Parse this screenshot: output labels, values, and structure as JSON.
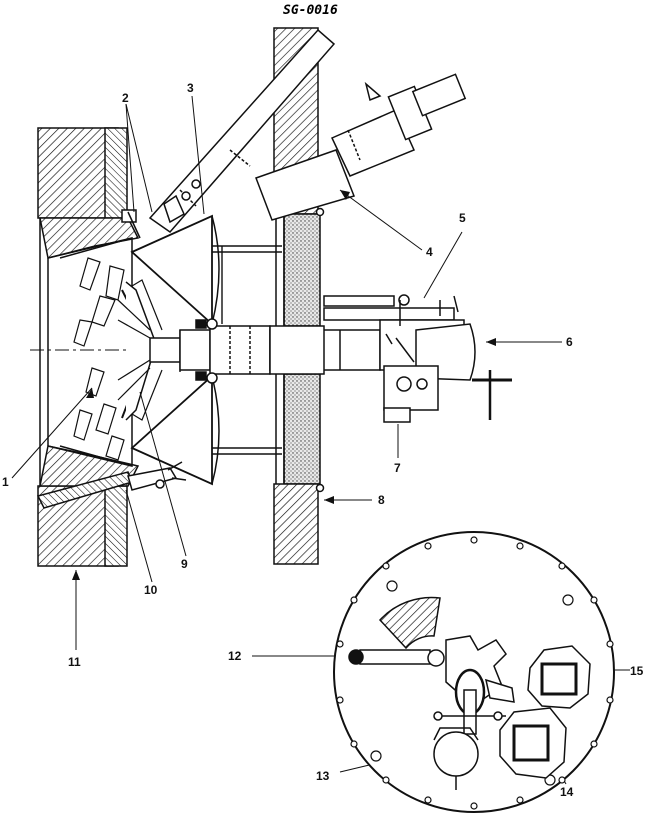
{
  "document_id": "SG-0016",
  "callouts": [
    "1",
    "2",
    "3",
    "4",
    "5",
    "6",
    "7",
    "8",
    "9",
    "10",
    "11",
    "12",
    "13",
    "14",
    "15"
  ],
  "colors": {
    "ink": "#111111",
    "paper": "#ffffff",
    "stipple": "#d9d9d9"
  }
}
